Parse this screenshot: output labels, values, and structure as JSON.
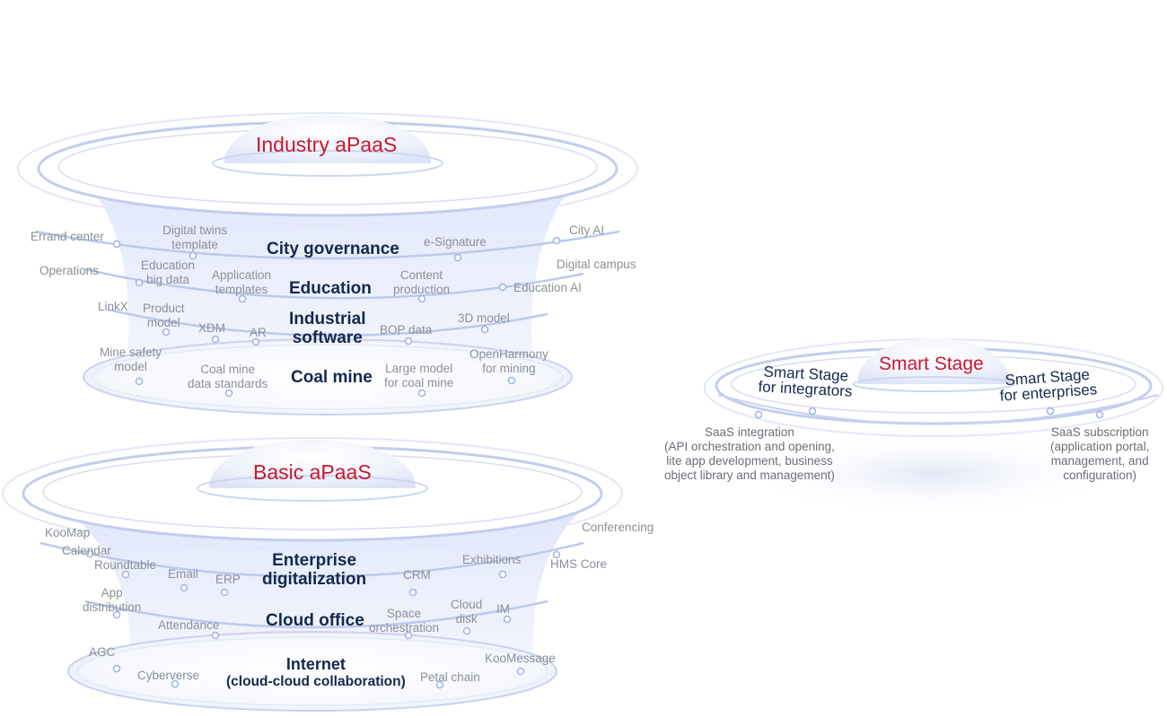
{
  "industry": {
    "title": "Industry aPaaS",
    "layers": {
      "city": "City governance",
      "education": "Education",
      "industrial": [
        "Industrial",
        "software"
      ],
      "coal": "Coal mine"
    },
    "labels": {
      "errand_center": "Errand center",
      "digital_twins": [
        "Digital twins",
        "template"
      ],
      "e_signature": "e-Signature",
      "city_ai": "City AI",
      "operations": "Operations",
      "education_big_data": [
        "Education",
        "big data"
      ],
      "application_templates": [
        "Application",
        "templates"
      ],
      "content_production": [
        "Content",
        "production"
      ],
      "digital_campus": "Digital campus",
      "education_ai": "Education AI",
      "linkx": "LinkX",
      "product_model": [
        "Product",
        "model"
      ],
      "xdm": "XDM",
      "ar": "AR",
      "bop_data": "BOP data",
      "model_3d": "3D model",
      "mine_safety_model": [
        "Mine safety",
        "model"
      ],
      "coal_mine_data_standards": [
        "Coal mine",
        "data standards"
      ],
      "large_model_coal": [
        "Large model",
        "for coal mine"
      ],
      "openharmony_mining": [
        "OpenHarmony",
        "for mining"
      ]
    }
  },
  "basic": {
    "title": "Basic aPaaS",
    "layers": {
      "enterprise": [
        "Enterprise",
        "digitalization"
      ],
      "cloud_office": "Cloud office",
      "internet": [
        "Internet",
        "(cloud-cloud collaboration)"
      ]
    },
    "labels": {
      "koomap": "KooMap",
      "calendar": "Calendar",
      "roundtable": "Roundtable",
      "email": "Email",
      "erp": "ERP",
      "crm": "CRM",
      "exhibitions": "Exhibitions",
      "conferencing": "Conferencing",
      "hms_core": "HMS Core",
      "app_distribution": [
        "App",
        "distribution"
      ],
      "attendance": "Attendance",
      "space_orchestration": [
        "Space",
        "orchestration"
      ],
      "cloud_disk": [
        "Cloud",
        "disk"
      ],
      "im": "IM",
      "agc": "AGC",
      "cyberverse": "Cyberverse",
      "petal_chain": "Petal chain",
      "koomessage": "KooMessage"
    }
  },
  "smart_stage": {
    "title": "Smart Stage",
    "integrators": [
      "Smart Stage",
      "for integrators"
    ],
    "enterprises": [
      "Smart Stage",
      "for enterprises"
    ],
    "saas_integration": [
      "SaaS integration",
      "(API orchestration and opening,",
      "lite app development, business",
      "object library and management)"
    ],
    "saas_subscription": [
      "SaaS subscription",
      "(application portal,",
      "management, and",
      "configuration)"
    ]
  },
  "colors": {
    "title_red": "#c8192d",
    "layer_navy": "#13294e",
    "label_gray": "#8b8f98",
    "ring_blue": "#bcc9ec"
  }
}
